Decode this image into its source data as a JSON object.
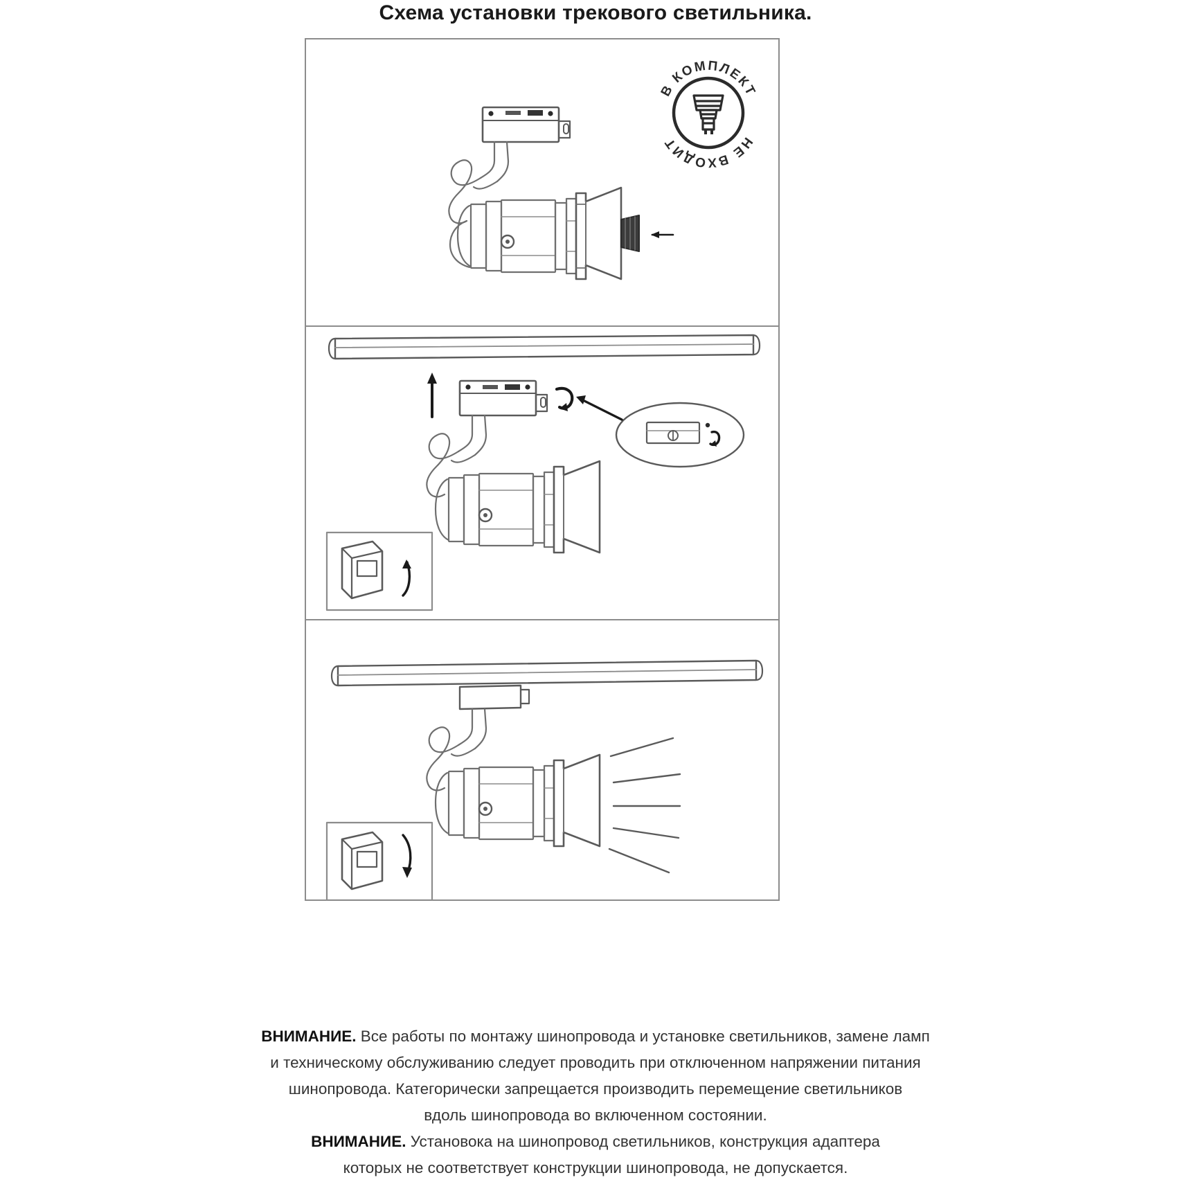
{
  "title": "Схема установки трекового светильника.",
  "badge": {
    "name": "not-included-stamp",
    "text_top": "В КОМПЛЕКТ",
    "text_bottom": "НЕ ВХОДИТ",
    "full_text": "В КОМПЛЕКТ НЕ ВХОДИТ",
    "icon": "gu10-lamp-icon"
  },
  "panels": [
    {
      "id": "panel-1",
      "step": 1,
      "caption": "",
      "elements": [
        {
          "name": "track-adapter",
          "label": ""
        },
        {
          "name": "spotlight-body",
          "label": ""
        },
        {
          "name": "reflector-shade",
          "label": ""
        },
        {
          "name": "lamp-insert-arrow",
          "label": ""
        }
      ]
    },
    {
      "id": "panel-2",
      "step": 2,
      "caption": "",
      "elements": [
        {
          "name": "track-rail",
          "label": ""
        },
        {
          "name": "insert-up-arrow",
          "label": ""
        },
        {
          "name": "rotate-lock-arrow",
          "label": ""
        },
        {
          "name": "adapter-detail-callout",
          "label": ""
        },
        {
          "name": "wall-switch-off",
          "label": ""
        }
      ]
    },
    {
      "id": "panel-3",
      "step": 3,
      "caption": "",
      "elements": [
        {
          "name": "track-rail",
          "label": ""
        },
        {
          "name": "mounted-spotlight",
          "label": ""
        },
        {
          "name": "light-beam",
          "label": ""
        },
        {
          "name": "wall-switch-on",
          "label": ""
        }
      ]
    }
  ],
  "warnings": [
    {
      "lead": "ВНИМАНИЕ.",
      "lines": [
        " Все работы по монтажу шинопровода и установке светильников, замене ламп",
        "и техническому обслуживанию следует проводить при отключенном напряжении питания",
        "шинопровода. Категорически запрещается производить перемещение светильников",
        "вдоль шинопровода во включенном состоянии."
      ]
    },
    {
      "lead": "ВНИМАНИЕ.",
      "lines": [
        " Установока на шинопровод светильников, конструкция адаптера",
        "которых не соответствует конструкции шинопровода, не допускается."
      ]
    }
  ],
  "colors": {
    "ink": "#333333",
    "frame": "#8c8c8c",
    "line": "#6f6f6f",
    "dark": "#1a1a1a",
    "background": "#ffffff"
  }
}
